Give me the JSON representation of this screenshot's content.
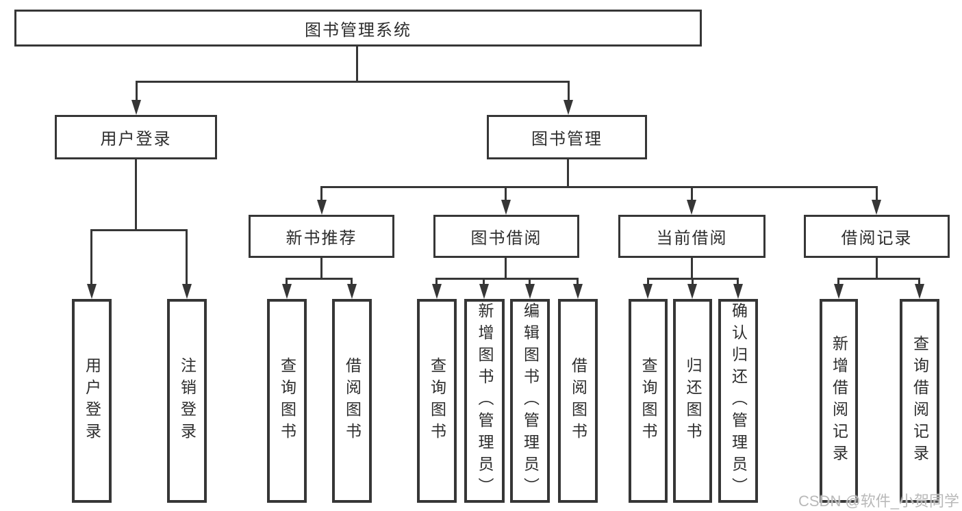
{
  "tree": {
    "root": {
      "label": "图书管理系统"
    },
    "branches": [
      {
        "label": "用户登录",
        "children": [
          {
            "label": "用户登录"
          },
          {
            "label": "注销登录"
          }
        ]
      },
      {
        "label": "图书管理",
        "children": [
          {
            "label": "新书推荐",
            "children": [
              {
                "label": "查询图书"
              },
              {
                "label": "借阅图书"
              }
            ]
          },
          {
            "label": "图书借阅",
            "children": [
              {
                "label": "查询图书"
              },
              {
                "label": "新增图书（管理员）"
              },
              {
                "label": "编辑图书（管理员）"
              },
              {
                "label": "借阅图书"
              }
            ]
          },
          {
            "label": "当前借阅",
            "children": [
              {
                "label": "查询图书"
              },
              {
                "label": "归还图书"
              },
              {
                "label": "确认归还（管理员）"
              }
            ]
          },
          {
            "label": "借阅记录",
            "children": [
              {
                "label": "新增借阅记录"
              },
              {
                "label": "查询借阅记录"
              }
            ]
          }
        ]
      }
    ]
  },
  "watermark": "CSDN @软件_小贺同学",
  "colors": {
    "line": "#363636",
    "text": "#2d2d2d",
    "box_bg": "#ffffff",
    "watermark": "#b9b9b9"
  }
}
